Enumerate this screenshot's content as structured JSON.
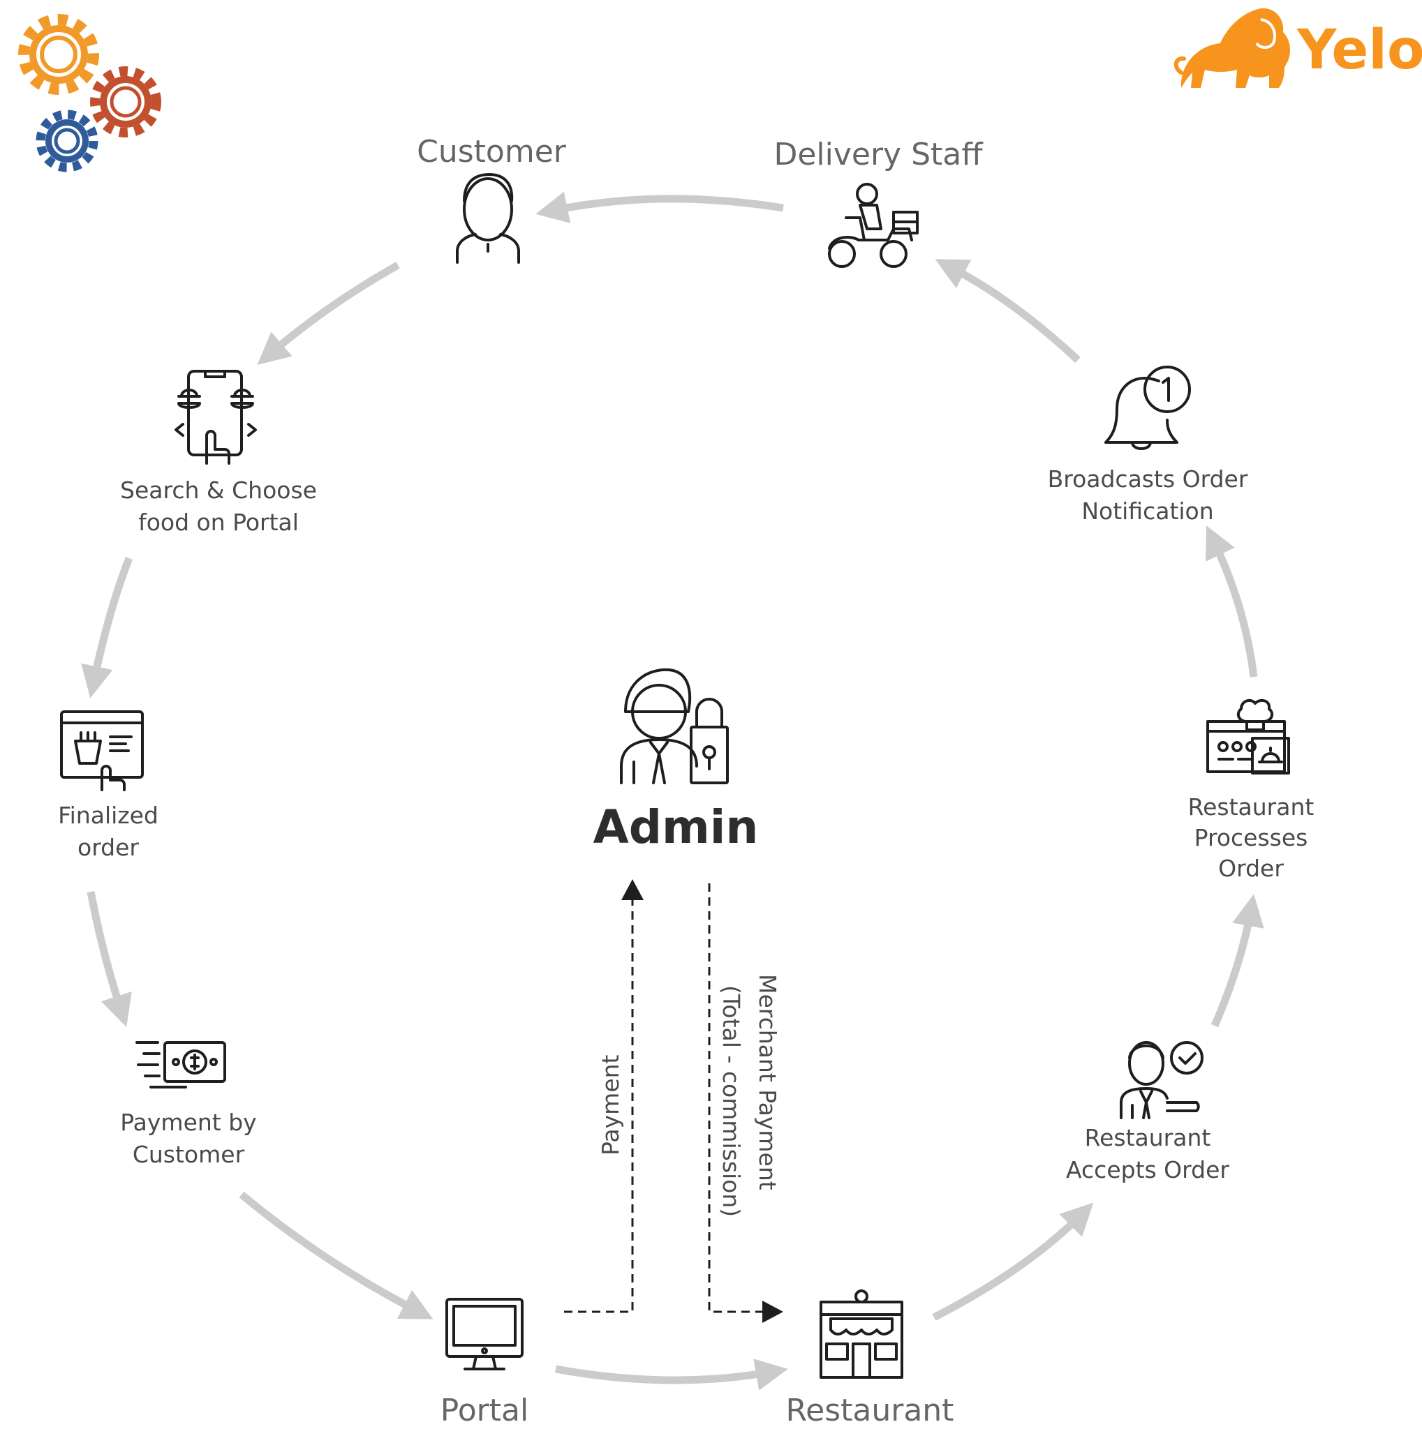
{
  "brand": {
    "name": "Yelo",
    "color": "#f7941d"
  },
  "colors": {
    "flow_arrow": "#cbcbcb",
    "gear_orange": "#f19a2a",
    "gear_red": "#c2502f",
    "gear_blue": "#2f5b9a"
  },
  "admin": {
    "title": "Admin",
    "icon": "admin-lock-icon"
  },
  "nodes": {
    "customer": {
      "label": "Customer",
      "icon": "customer-icon"
    },
    "delivery": {
      "label": "Delivery Staff",
      "icon": "scooter-icon"
    },
    "search": {
      "line1": "Search & Choose",
      "line2": "food on Portal",
      "icon": "phone-food-icon"
    },
    "finalized": {
      "line1": "Finalized",
      "line2": "order",
      "icon": "browser-order-icon"
    },
    "payment": {
      "line1": "Payment by",
      "line2": "Customer",
      "icon": "cash-icon"
    },
    "portal": {
      "label": "Portal",
      "icon": "monitor-icon"
    },
    "restaurant": {
      "label": "Restaurant",
      "icon": "storefront-icon"
    },
    "accepts": {
      "line1": "Restaurant",
      "line2": "Accepts Order",
      "icon": "person-check-icon"
    },
    "processes": {
      "line1": "Restaurant",
      "line2": "Processes",
      "line3": "Order",
      "icon": "chef-counter-icon"
    },
    "broadcast": {
      "line1": "Broadcasts Order",
      "line2": "Notification",
      "icon": "bell-icon",
      "badge": "1"
    }
  },
  "flows": {
    "payment_to_admin": "Payment",
    "merchant_line1": "Merchant Payment",
    "merchant_line2": "(Total - commission)"
  }
}
